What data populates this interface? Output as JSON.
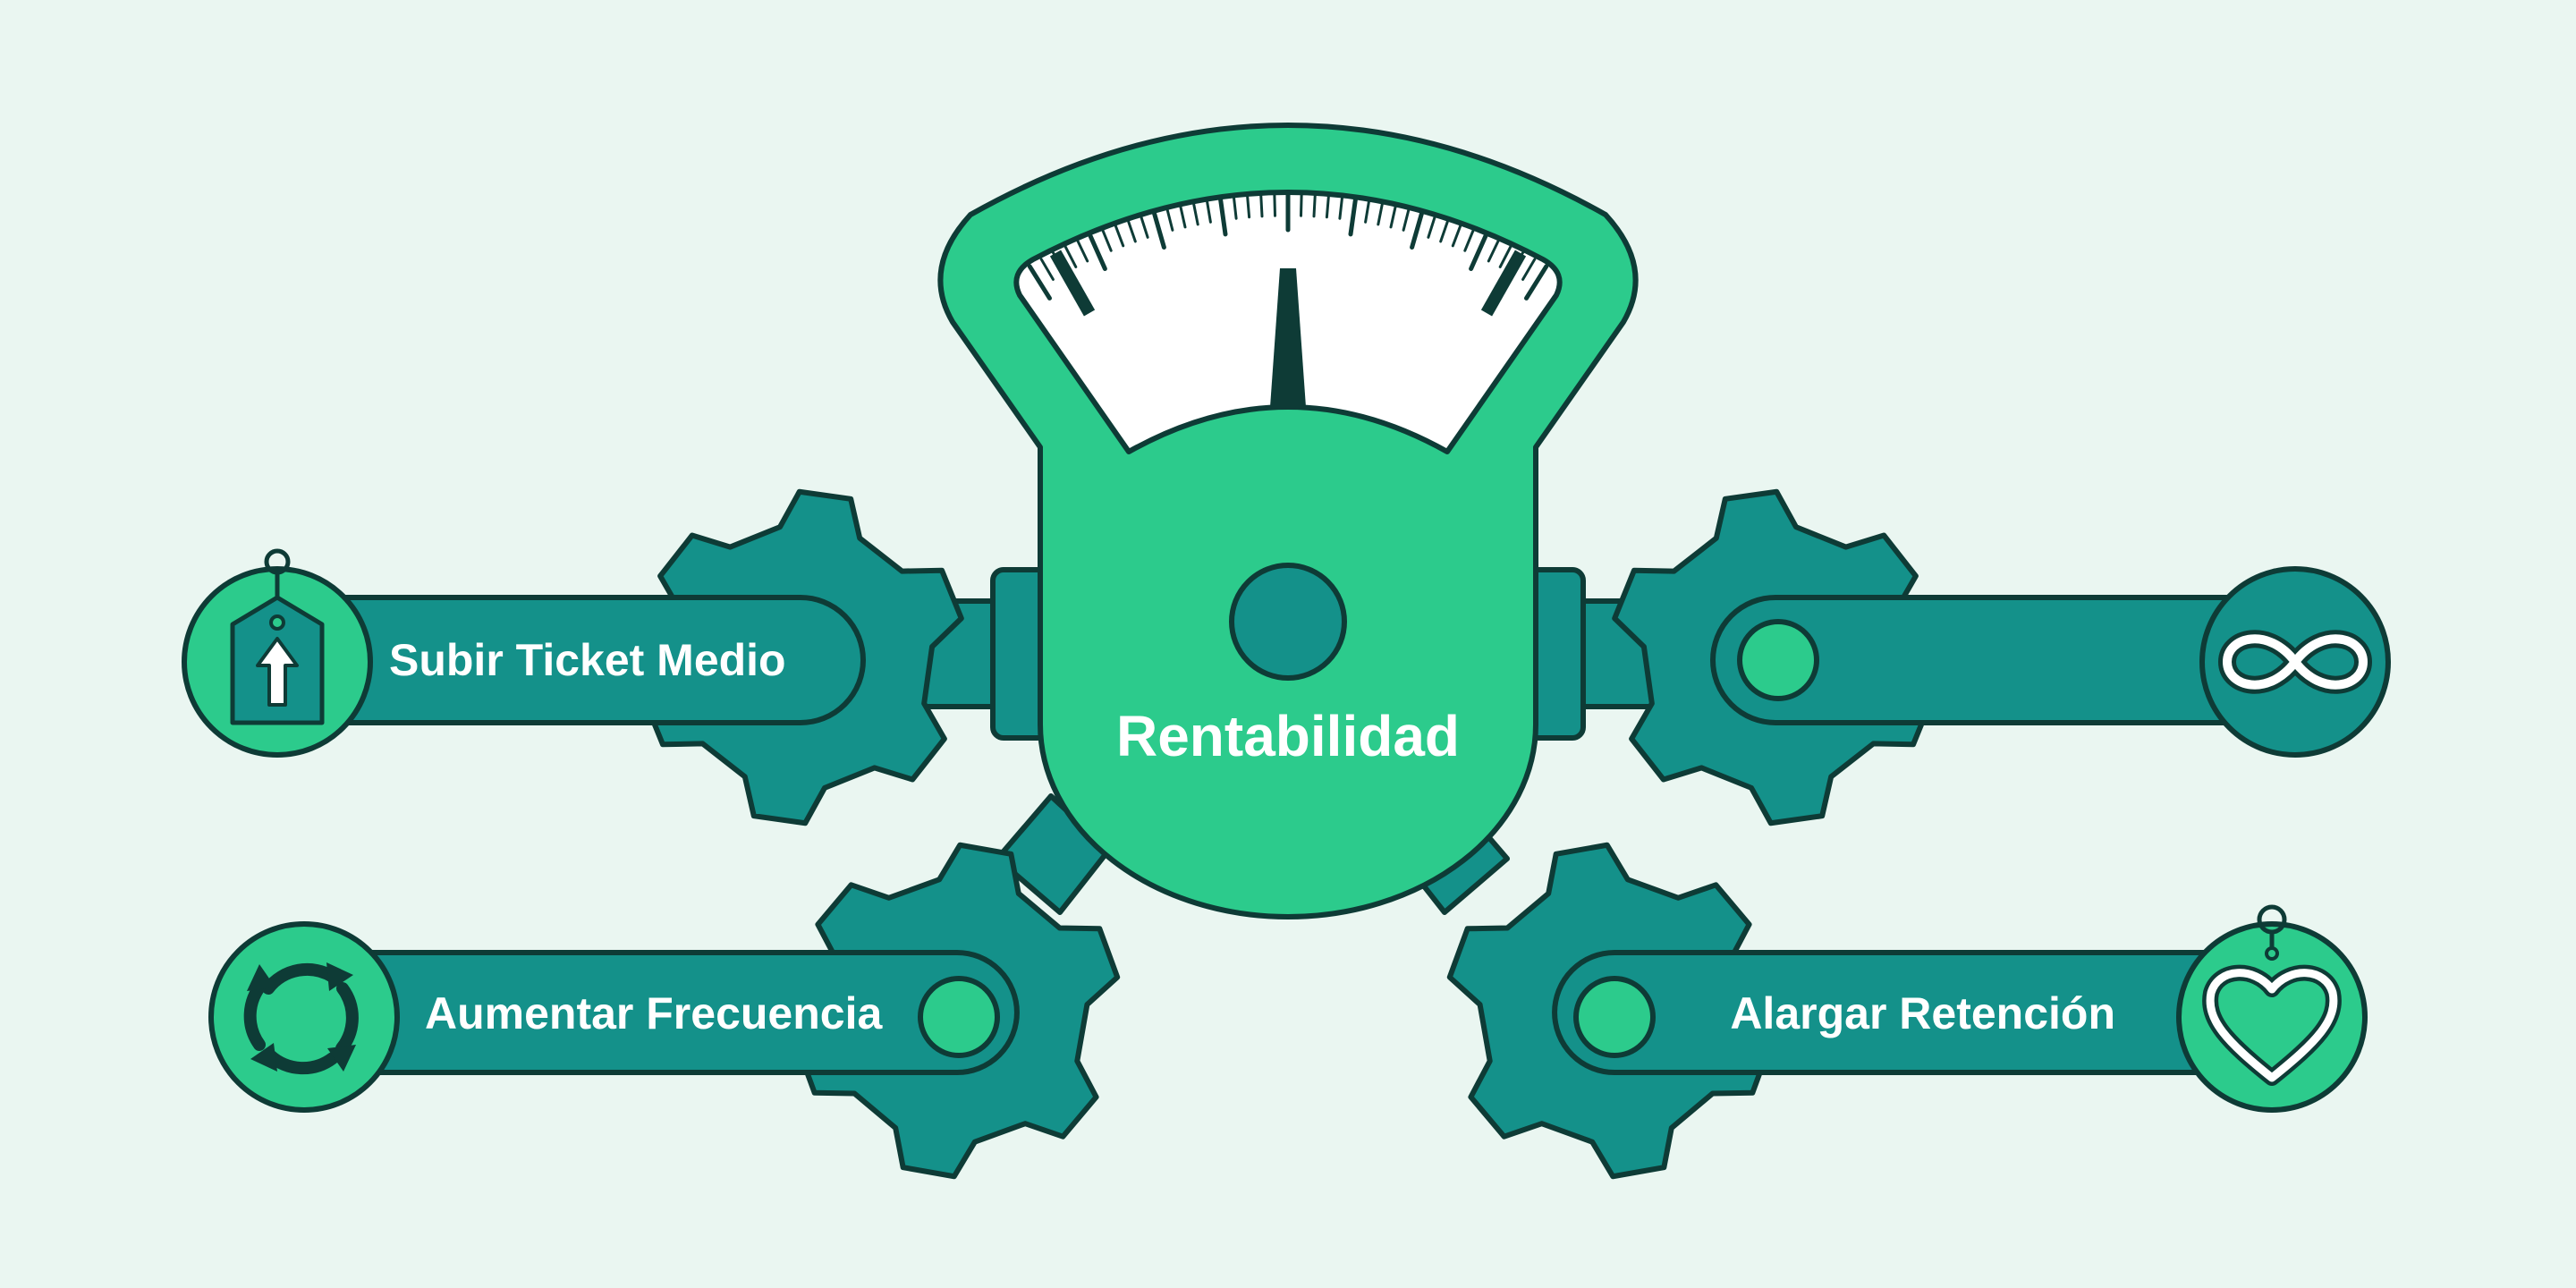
{
  "diagram": {
    "center": {
      "label": "Rentabilidad",
      "icon": "scale-gauge-icon"
    },
    "levers": [
      {
        "id": "subir-ticket-medio",
        "label": "Subir Ticket Medio",
        "icon": "price-tag-up-arrow-icon"
      },
      {
        "id": "aumentar-frecuencia",
        "label": "Aumentar Frecuencia",
        "icon": "cycle-arrows-icon"
      },
      {
        "id": "alargar-retencion",
        "label": "Alargar Retención",
        "icon": "heart-tag-icon"
      },
      {
        "id": "infinity",
        "label": "",
        "icon": "infinity-icon"
      }
    ]
  },
  "colors": {
    "background": "#eaf6f1",
    "teal": "#14918a",
    "mint": "#2ccb8c",
    "outline": "#0e3b36",
    "dial": "#ffffff"
  }
}
